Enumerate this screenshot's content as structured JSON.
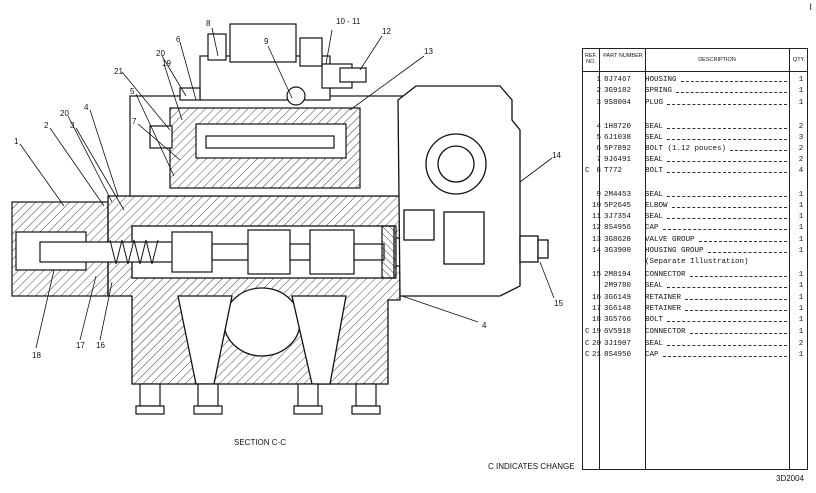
{
  "page_marker": "I",
  "section_label": "SECTION C-C",
  "change_note": "C INDICATES CHANGE",
  "figure_number": "3D2004",
  "callouts": [
    "8",
    "9",
    "10 - 11",
    "12",
    "13",
    "6",
    "20",
    "19",
    "21",
    "5",
    "7",
    "4",
    "20",
    "3",
    "2",
    "1",
    "14",
    "15",
    "4",
    "18",
    "17",
    "16"
  ],
  "table": {
    "headers": {
      "ref": "REF. NO.",
      "part": "PART NUMBER",
      "desc": "DESCRIPTION",
      "qty": "QTY."
    },
    "rows": [
      {
        "c": "",
        "ref": "1",
        "pn": "8J7467",
        "desc": "HOUSING",
        "qty": "1"
      },
      {
        "c": "",
        "ref": "2",
        "pn": "3G9182",
        "desc": "SPRING",
        "qty": "1"
      },
      {
        "c": "",
        "ref": "3",
        "pn": "9S8004",
        "desc": "PLUG",
        "qty": "1"
      },
      {
        "c": "",
        "ref": "4",
        "pn": "1H8720",
        "desc": "SEAL",
        "qty": "2"
      },
      {
        "c": "",
        "ref": "5",
        "pn": "6J1038",
        "desc": "SEAL",
        "qty": "3"
      },
      {
        "c": "",
        "ref": "6",
        "pn": "5P7892",
        "desc": "BOLT (1.12 pouces)",
        "qty": "2"
      },
      {
        "c": "",
        "ref": "7",
        "pn": "9J6491",
        "desc": "SEAL",
        "qty": "2"
      },
      {
        "c": "C",
        "ref": "8",
        "pn": "T772",
        "desc": "BOLT",
        "qty": "4"
      },
      {
        "c": "",
        "ref": "9",
        "pn": "2M4453",
        "desc": "SEAL",
        "qty": "1"
      },
      {
        "c": "",
        "ref": "10",
        "pn": "5P2645",
        "desc": "ELBOW",
        "qty": "1"
      },
      {
        "c": "",
        "ref": "11",
        "pn": "3J7354",
        "desc": "SEAL",
        "qty": "1"
      },
      {
        "c": "",
        "ref": "12",
        "pn": "8S4956",
        "desc": "CAP",
        "qty": "1"
      },
      {
        "c": "",
        "ref": "13",
        "pn": "3G8628",
        "desc": "VALVE GROUP",
        "qty": "1"
      },
      {
        "c": "",
        "ref": "14",
        "pn": "3G3900",
        "desc": "HOUSING GROUP",
        "qty": "1"
      },
      {
        "c": "",
        "ref": "",
        "pn": "",
        "desc": "(Separate Illustration)",
        "qty": ""
      },
      {
        "c": "",
        "ref": "15",
        "pn": "2M8194",
        "desc": "CONNECTOR",
        "qty": "1"
      },
      {
        "c": "",
        "ref": "",
        "pn": "2M9780",
        "desc": "SEAL",
        "qty": "1"
      },
      {
        "c": "",
        "ref": "16",
        "pn": "3G6149",
        "desc": "RETAINER",
        "qty": "1"
      },
      {
        "c": "",
        "ref": "17",
        "pn": "3G6148",
        "desc": "RETAINER",
        "qty": "1"
      },
      {
        "c": "",
        "ref": "18",
        "pn": "3G5766",
        "desc": "BOLT",
        "qty": "1"
      },
      {
        "c": "C",
        "ref": "19",
        "pn": "6V5918",
        "desc": "CONNECTOR",
        "qty": "1"
      },
      {
        "c": "C",
        "ref": "20",
        "pn": "3J1907",
        "desc": "SEAL",
        "qty": "2"
      },
      {
        "c": "C",
        "ref": "21",
        "pn": "8S4950",
        "desc": "CAP",
        "qty": "1"
      }
    ]
  }
}
